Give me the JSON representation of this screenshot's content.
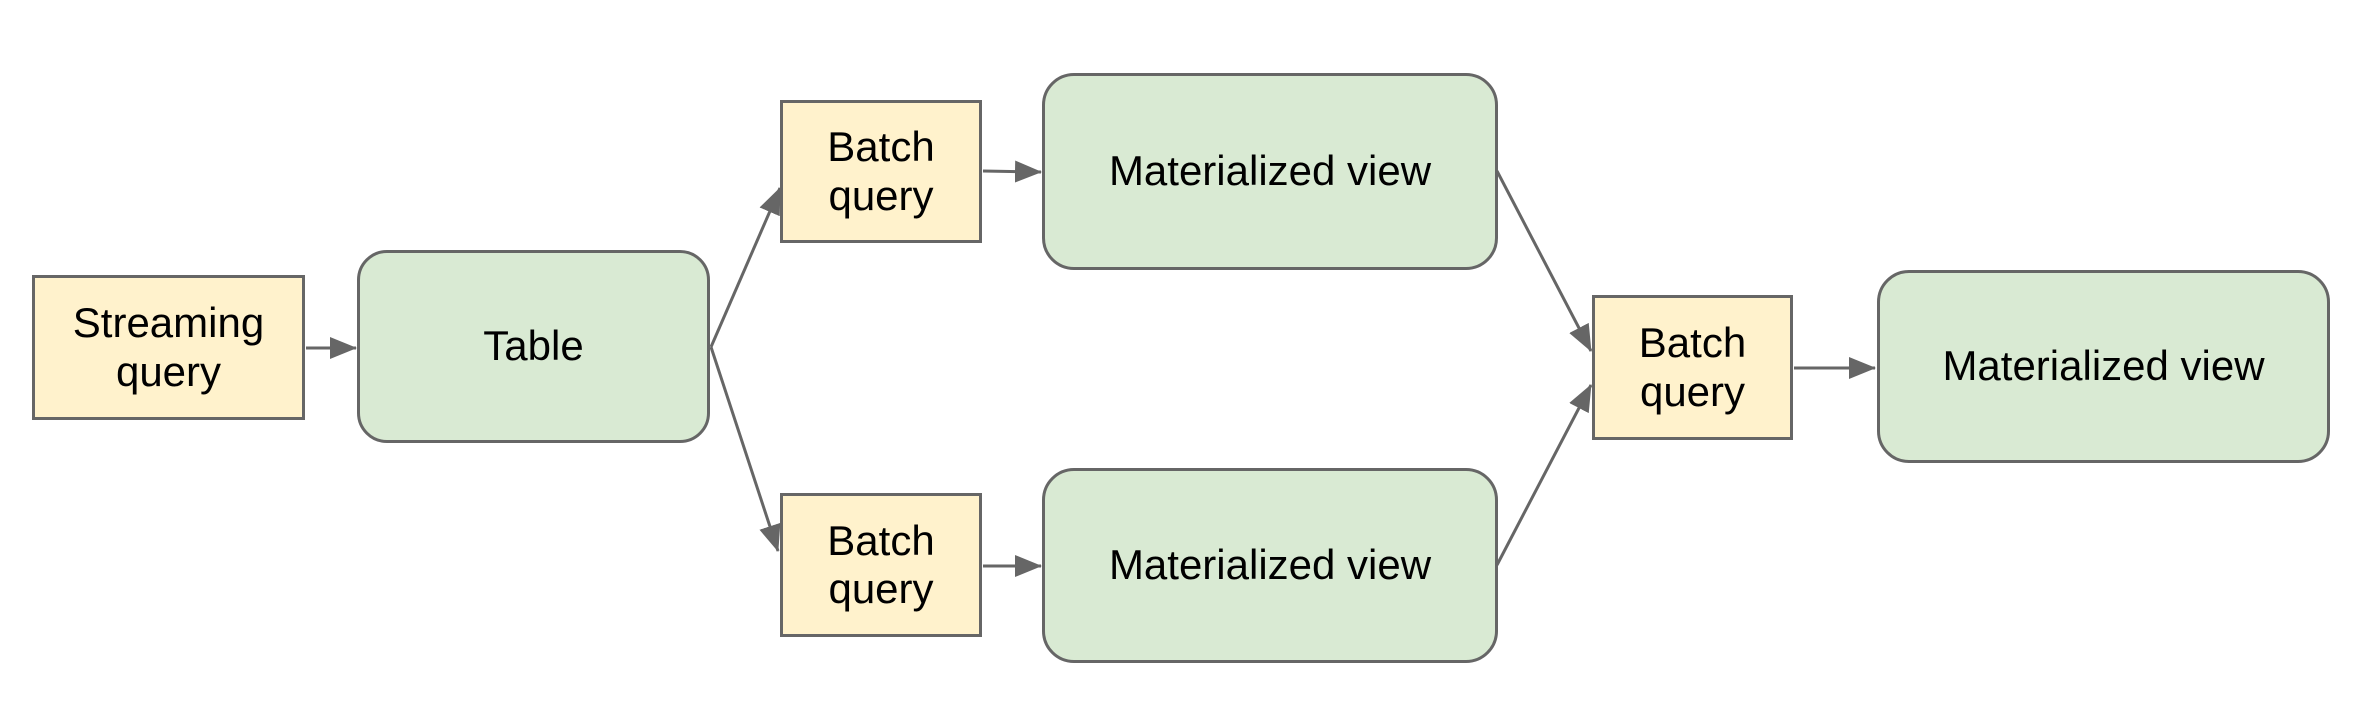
{
  "diagram": {
    "nodes": [
      {
        "id": "streaming-query",
        "label": "Streaming query",
        "type": "query"
      },
      {
        "id": "table",
        "label": "Table",
        "type": "table"
      },
      {
        "id": "batch-query-top",
        "label": "Batch query",
        "type": "query"
      },
      {
        "id": "materialized-view-top",
        "label": "Materialized view",
        "type": "view"
      },
      {
        "id": "batch-query-bottom",
        "label": "Batch query",
        "type": "query"
      },
      {
        "id": "materialized-view-bottom",
        "label": "Materialized view",
        "type": "view"
      },
      {
        "id": "batch-query-right",
        "label": "Batch query",
        "type": "query"
      },
      {
        "id": "materialized-view-final",
        "label": "Materialized view",
        "type": "view"
      }
    ],
    "edges": [
      {
        "from": "streaming-query",
        "to": "table"
      },
      {
        "from": "table",
        "to": "batch-query-top"
      },
      {
        "from": "table",
        "to": "batch-query-bottom"
      },
      {
        "from": "batch-query-top",
        "to": "materialized-view-top"
      },
      {
        "from": "batch-query-bottom",
        "to": "materialized-view-bottom"
      },
      {
        "from": "materialized-view-top",
        "to": "batch-query-right"
      },
      {
        "from": "materialized-view-bottom",
        "to": "batch-query-right"
      },
      {
        "from": "batch-query-right",
        "to": "materialized-view-final"
      }
    ],
    "colors": {
      "query_fill": "#fff2cc",
      "view_fill": "#d9ead3",
      "border": "#666666",
      "arrow": "#666666",
      "text": "#000000",
      "background": "#ffffff"
    }
  }
}
